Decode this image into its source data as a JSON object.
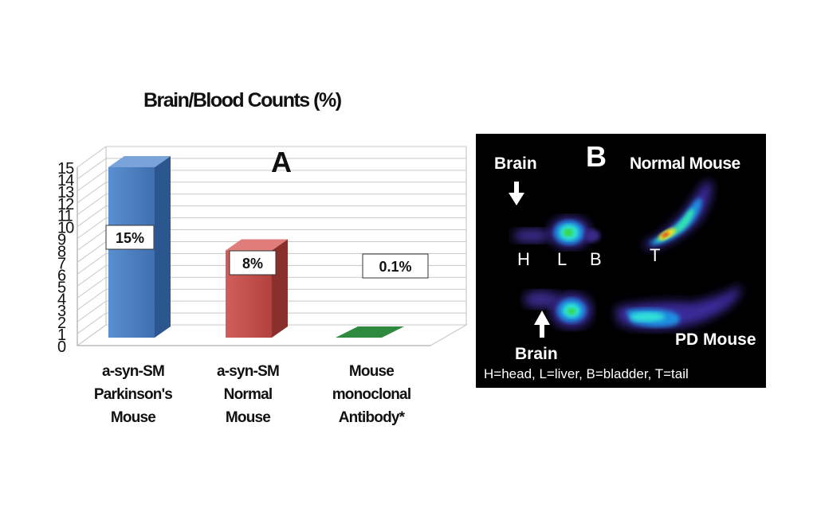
{
  "chart_data": {
    "type": "bar",
    "title": "Brain/Blood Counts (%)",
    "panel_letter": "A",
    "categories": [
      "a-syn-SM\nParkinson's\nMouse",
      "a-syn-SM\nNormal\nMouse",
      "Mouse\nmonoclonal\nAntibody*"
    ],
    "values": [
      15,
      8,
      0.1
    ],
    "data_labels": [
      "15%",
      "8%",
      "0.1%"
    ],
    "colors": [
      "#4f81bd",
      "#c0504d",
      "#2e8b3e"
    ],
    "yticks": [
      "0",
      "1",
      "2",
      "3",
      "4",
      "5",
      "6",
      "7",
      "8",
      "9",
      "10",
      "11",
      "12",
      "13",
      "14",
      "15"
    ],
    "ylim": [
      0,
      15
    ],
    "grid": true
  },
  "panel_b": {
    "letter": "B",
    "normal_title": "Normal Mouse",
    "pd_title": "PD Mouse",
    "brain_top": "Brain",
    "brain_bottom": "Brain",
    "labels": [
      "H",
      "L",
      "B",
      "T"
    ],
    "legend": "H=head, L=liver, B=bladder, T=tail"
  }
}
